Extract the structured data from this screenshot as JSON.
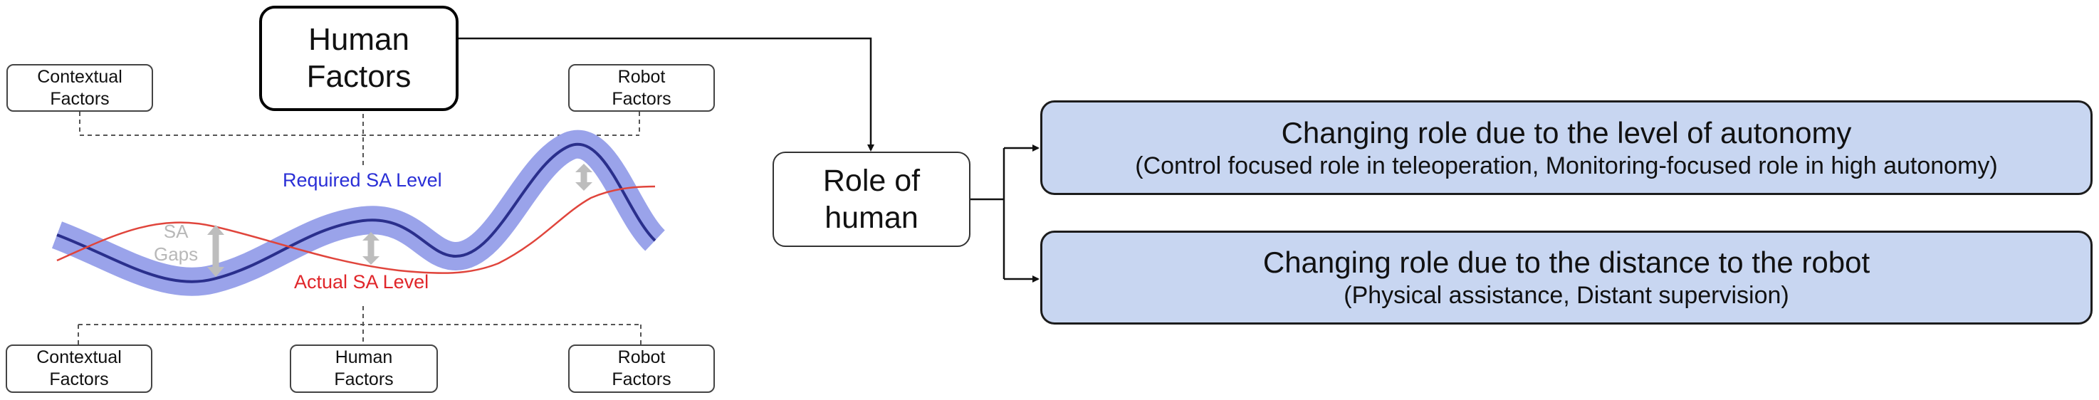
{
  "top_left_factor": {
    "line1": "Contextual",
    "line2": "Factors"
  },
  "top_right_factor": {
    "line1": "Robot",
    "line2": "Factors"
  },
  "main_factor": {
    "line1": "Human",
    "line2": "Factors"
  },
  "bottom_factors": [
    {
      "line1": "Contextual",
      "line2": "Factors"
    },
    {
      "line1": "Human",
      "line2": "Factors"
    },
    {
      "line1": "Robot",
      "line2": "Factors"
    }
  ],
  "labels": {
    "required_sa": "Required SA Level",
    "actual_sa": "Actual SA Level",
    "sa_gaps_1": "SA",
    "sa_gaps_2": "Gaps"
  },
  "role_of_human": {
    "line1": "Role of",
    "line2": "human"
  },
  "roles": [
    {
      "title": "Changing role due to the level of autonomy",
      "subtitle": "(Control focused role in teleoperation, Monitoring-focused role in high autonomy)"
    },
    {
      "title": "Changing role due to the distance to the robot",
      "subtitle": "(Physical assistance, Distant supervision)"
    }
  ],
  "colors": {
    "required_band": "#9aa3ea",
    "required_line": "#2a2f8c",
    "actual_line": "#e0453c",
    "required_text": "#2a2fd6",
    "actual_text": "#e0262a",
    "gap_arrow": "#bdbdbd",
    "role_fill": "#c8d6f1"
  }
}
